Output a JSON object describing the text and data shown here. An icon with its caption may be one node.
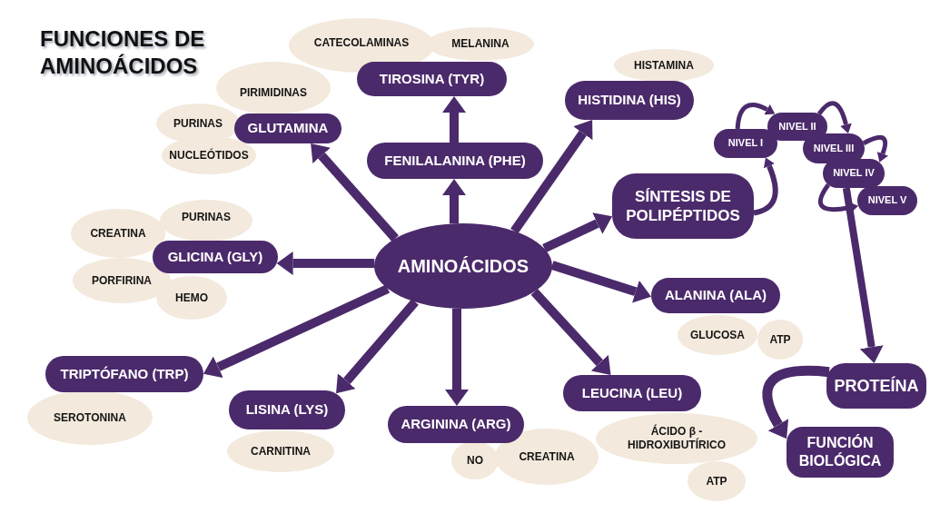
{
  "diagram": {
    "title": "FUNCIONES DE AMINOÁCIDOS",
    "nodes": [
      {
        "text": [
          "CATECOLAMINAS"
        ]
      },
      {
        "text": [
          "MELANINA"
        ]
      },
      {
        "text": [
          "TIROSINA (TYR)"
        ]
      },
      {
        "text": [
          "PIRIMIDINAS"
        ]
      },
      {
        "text": [
          "PURINAS"
        ]
      },
      {
        "text": [
          "GLUTAMINA"
        ]
      },
      {
        "text": [
          "NUCLEÓTIDOS"
        ]
      },
      {
        "text": [
          "HISTAMINA"
        ]
      },
      {
        "text": [
          "HISTIDINA (HIS)"
        ]
      },
      {
        "text": [
          "FENILALANINA (PHE)"
        ]
      },
      {
        "text": [
          "NIVEL I"
        ]
      },
      {
        "text": [
          "NIVEL II"
        ]
      },
      {
        "text": [
          "NIVEL III"
        ]
      },
      {
        "text": [
          "NIVEL IV"
        ]
      },
      {
        "text": [
          "NIVEL V"
        ]
      },
      {
        "text": [
          "SÍNTESIS DE POLIPÉPTIDOS"
        ]
      },
      {
        "text": [
          "CREATINA"
        ]
      },
      {
        "text": [
          "PURINAS"
        ]
      },
      {
        "text": [
          "GLICINA (GLY)"
        ]
      },
      {
        "text": [
          "PORFIRINA"
        ]
      },
      {
        "text": [
          "HEMO"
        ]
      },
      {
        "text": [
          "AMINOÁCIDOS"
        ]
      },
      {
        "text": [
          "ALANINA (ALA)"
        ]
      },
      {
        "text": [
          "GLUCOSA"
        ]
      },
      {
        "text": [
          "ATP"
        ]
      },
      {
        "text": [
          "TRIPTÓFANO (TRP)"
        ]
      },
      {
        "text": [
          "PROTEÍNA"
        ]
      },
      {
        "text": [
          "LISINA (LYS)"
        ]
      },
      {
        "text": [
          "ARGININA (ARG)"
        ]
      },
      {
        "text": [
          "LEUCINA (LEU)"
        ]
      },
      {
        "text": [
          "SEROTONINA"
        ]
      },
      {
        "text": [
          "ÁCIDO β -HIDROXIBUTÍRICO"
        ]
      },
      {
        "text": [
          "NO"
        ]
      },
      {
        "text": [
          "CREATINA"
        ]
      },
      {
        "text": [
          "CARNITINA"
        ]
      },
      {
        "text": [
          "FUNCIÓN BIOLÓGICA"
        ]
      },
      {
        "text": [
          "ATP"
        ]
      }
    ],
    "edges": [
      {
        "from": 21,
        "to": 5,
        "arrow": "to"
      },
      {
        "from": 21,
        "to": 9,
        "arrow": "to"
      },
      {
        "from": 9,
        "to": 2,
        "arrow": "to"
      },
      {
        "from": 21,
        "to": 8,
        "arrow": "to"
      },
      {
        "from": 21,
        "to": 15,
        "arrow": "to"
      },
      {
        "from": 15,
        "to": 10,
        "arrow": "to"
      },
      {
        "from": 10,
        "to": 11,
        "arrow": "to"
      },
      {
        "from": 11,
        "to": 12,
        "arrow": "to"
      },
      {
        "from": 12,
        "to": 13,
        "arrow": "to"
      },
      {
        "from": 13,
        "to": 14,
        "arrow": "to"
      },
      {
        "from": 13,
        "to": 26,
        "arrow": "to"
      },
      {
        "from": 26,
        "to": 35,
        "arrow": "to"
      },
      {
        "from": 21,
        "to": 18,
        "arrow": "to"
      },
      {
        "from": 21,
        "to": 22,
        "arrow": "to"
      },
      {
        "from": 21,
        "to": 25,
        "arrow": "to"
      },
      {
        "from": 21,
        "to": 27,
        "arrow": "to"
      },
      {
        "from": 21,
        "to": 28,
        "arrow": "to"
      },
      {
        "from": 21,
        "to": 29,
        "arrow": "to"
      }
    ]
  }
}
